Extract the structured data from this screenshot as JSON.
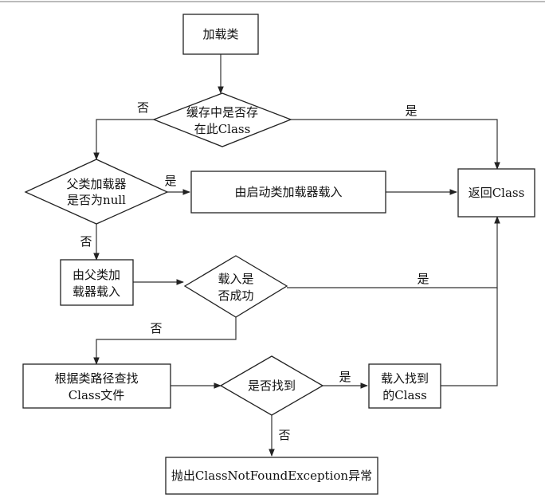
{
  "nodes": {
    "load_class": "加载类",
    "cache_check_1": "缓存中是否存",
    "cache_check_2": "在此Class",
    "parent_null_1": "父类加载器",
    "parent_null_2": "是否为null",
    "bootstrap_load": "由启动类加载器载入",
    "return_class": "返回Class",
    "parent_load_1": "由父类加",
    "parent_load_2": "载器载入",
    "load_success_1": "载入是",
    "load_success_2": "否成功",
    "find_by_path_1": "根据类路径查找",
    "find_by_path_2": "Class文件",
    "found_check": "是否找到",
    "load_found_1": "载入找到",
    "load_found_2": "的Class",
    "throw_exception": "抛出ClassNotFoundException异常"
  },
  "edge_labels": {
    "cache_no": "否",
    "cache_yes": "是",
    "parent_null_yes": "是",
    "parent_null_no": "否",
    "load_success_yes": "是",
    "load_success_no": "否",
    "found_yes": "是",
    "found_no": "否"
  },
  "colors": {
    "stroke": "#222222",
    "background": "#ffffff",
    "text": "#111111"
  }
}
